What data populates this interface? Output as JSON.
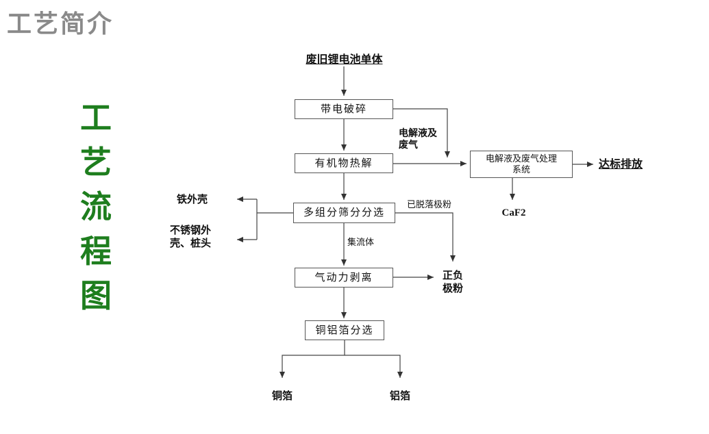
{
  "page": {
    "title": "工艺简介",
    "vertical_title": {
      "chars": [
        "工",
        "艺",
        "流",
        "程",
        "图"
      ]
    },
    "colors": {
      "vertical_title_green": "#1e7e1e",
      "title_gray": "#8a8a8a",
      "line_color": "#444444"
    }
  },
  "flowchart": {
    "start_node": "废旧锂电池单体",
    "boxes": {
      "crushing": "带电破碎",
      "pyrolysis": "有机物热解",
      "screening": "多组分筛分分选",
      "stripping": "气动力剥离",
      "foil_sorting": "铜铝箔分选",
      "treatment": "电解液及废气处理\n系统"
    },
    "outputs": {
      "discharge": "达标排放",
      "caf2": "CaF2",
      "iron_shell": "铁外壳",
      "stainless_shell": "不锈钢外\n壳、桩头",
      "electrode_powder": "正负\n极粉",
      "copper_foil": "铜箔",
      "aluminum_foil": "铝箔"
    },
    "edge_labels": {
      "electrolyte_gas": "电解液及\n废气",
      "detached_powder": "已脱落极粉",
      "current_collector": "集流体"
    }
  }
}
